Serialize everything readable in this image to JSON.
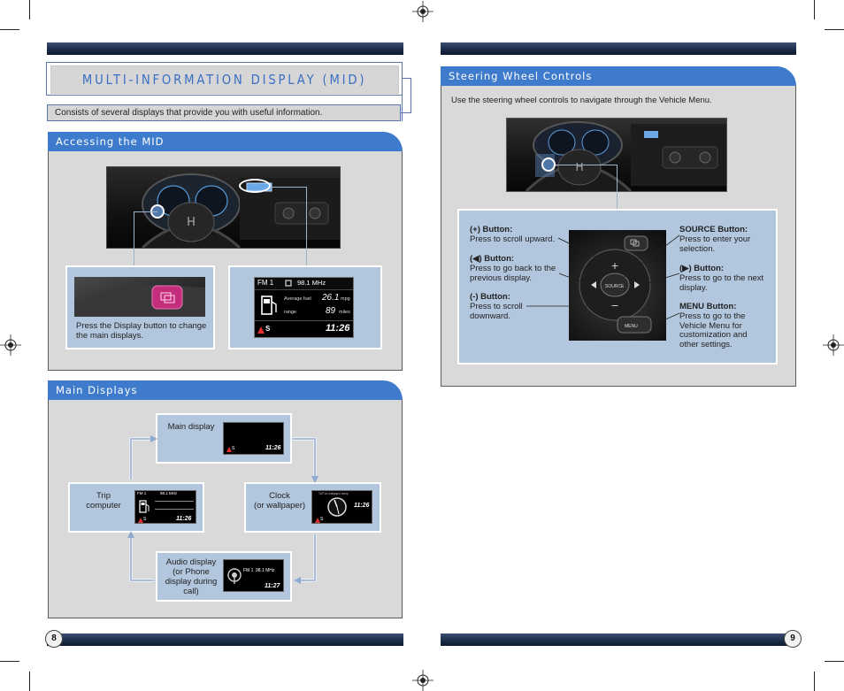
{
  "left_page": {
    "title": "MULTI-INFORMATION DISPLAY (MID)",
    "intro": "Consists of several displays that provide you with useful information.",
    "accessing": {
      "heading": "Accessing the MID",
      "display_button_caption": "Press the Display button to change the main displays.",
      "mid_screen": {
        "band": "FM 1",
        "frequency": "98.1 MHz",
        "average_fuel_label": "Average fuel",
        "average_fuel_value": "26.1",
        "average_fuel_unit": "mpg",
        "range_label": "range",
        "range_value": "89",
        "range_unit": "miles",
        "gear": "S",
        "clock": "11:26"
      }
    },
    "main_displays": {
      "heading": "Main Displays",
      "main_display": {
        "label": "Main display",
        "clock": "11:26",
        "gear": "S"
      },
      "clock": {
        "label_line1": "Clock",
        "label_line2": "(or wallpaper)",
        "clock": "11:26",
        "header": "TAP for wallpaper setup",
        "gear": "S"
      },
      "trip": {
        "label_line1": "Trip",
        "label_line2": "computer",
        "clock": "11:26",
        "band": "FM 1",
        "frequency": "98.1 MHz",
        "gear": "S"
      },
      "audio": {
        "label_line1": "Audio display",
        "label_line2": "(or Phone",
        "label_line3": "display during",
        "label_line4": "call)",
        "band": "FM 1",
        "frequency": "98.1 MHz",
        "clock": "11:27"
      }
    },
    "page_number": "8"
  },
  "right_page": {
    "heading": "Steering Wheel Controls",
    "intro": "Use the steering wheel controls to navigate through the Vehicle Menu.",
    "buttons": {
      "plus": {
        "name": "(+) Button:",
        "desc_1": "Press to scroll upward."
      },
      "back": {
        "name": "(◀) Button:",
        "desc_1": "Press to go back to the",
        "desc_2": "previous display."
      },
      "minus": {
        "name": "(-) Button:",
        "desc_1": "Press to scroll",
        "desc_2": "downward."
      },
      "source": {
        "name": "SOURCE Button:",
        "desc_1": "Press to enter your",
        "desc_2": "selection."
      },
      "next": {
        "name": "(▶) Button:",
        "desc_1": "Press to go to the next",
        "desc_2": "display."
      },
      "menu": {
        "name": "MENU Button:",
        "desc_1": "Press to go to the",
        "desc_2": "Vehicle Menu for",
        "desc_3": "customization and",
        "desc_4": "other settings."
      }
    },
    "wheel_labels": {
      "source": "SOURCE",
      "menu": "MENU"
    },
    "page_number": "9"
  },
  "colors": {
    "accent_blue": "#3f7bcc",
    "title_blue": "#3a6fc4",
    "panel_gray": "#d9d9d9",
    "callout_blue": "#b2c6de",
    "header_bar": "#1c2c4a"
  }
}
